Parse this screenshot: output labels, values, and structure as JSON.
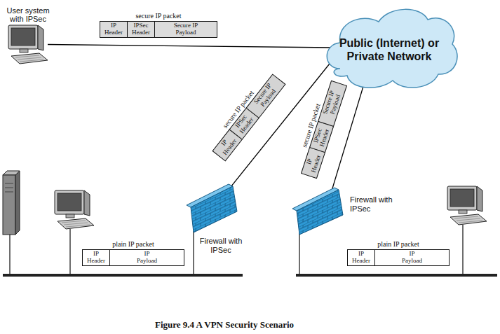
{
  "diagram": {
    "caption": "Figure 9.4 A VPN Security Scenario",
    "nodes": [
      {
        "text": [
          "User system with IPSec"
        ]
      },
      {
        "text": [
          "secure IP packet"
        ]
      },
      {
        "text": [
          "IP Header"
        ],
        "in": 1
      },
      {
        "text": [
          "IPSec Header"
        ],
        "in": 1
      },
      {
        "text": [
          "Secure IP Payload"
        ],
        "in": 1
      },
      {
        "text": [
          "Public (Internet) or Private Network"
        ]
      },
      {
        "text": [
          "secure IP packet"
        ]
      },
      {
        "text": [
          "IP Header"
        ],
        "in": 6
      },
      {
        "text": [
          "IPSec Header"
        ],
        "in": 6
      },
      {
        "text": [
          "Secure IP Payload"
        ],
        "in": 6
      },
      {
        "text": [
          "secure IP packet"
        ]
      },
      {
        "text": [
          "IP Header"
        ],
        "in": 10
      },
      {
        "text": [
          "IPSec Header"
        ],
        "in": 10
      },
      {
        "text": [
          "Secure IP Payload"
        ],
        "in": 10
      },
      {
        "text": [
          "Firewall with IPSec"
        ]
      },
      {
        "text": [
          "Firewall with IPSec"
        ]
      },
      {
        "text": [
          "plain IP packet"
        ]
      },
      {
        "text": [
          "IP Header"
        ],
        "in": 16
      },
      {
        "text": [
          "IP Payload"
        ],
        "in": 16
      },
      {
        "text": [
          "plain IP packet"
        ]
      },
      {
        "text": [
          "IP Header"
        ],
        "in": 19
      },
      {
        "text": [
          "IP Payload"
        ],
        "in": 19
      }
    ],
    "edges": [
      {
        "from": 0,
        "to": 5,
        "arrow": "none"
      },
      {
        "from": 5,
        "to": 14,
        "arrow": "none"
      },
      {
        "from": 5,
        "to": 15,
        "arrow": "none"
      }
    ]
  }
}
